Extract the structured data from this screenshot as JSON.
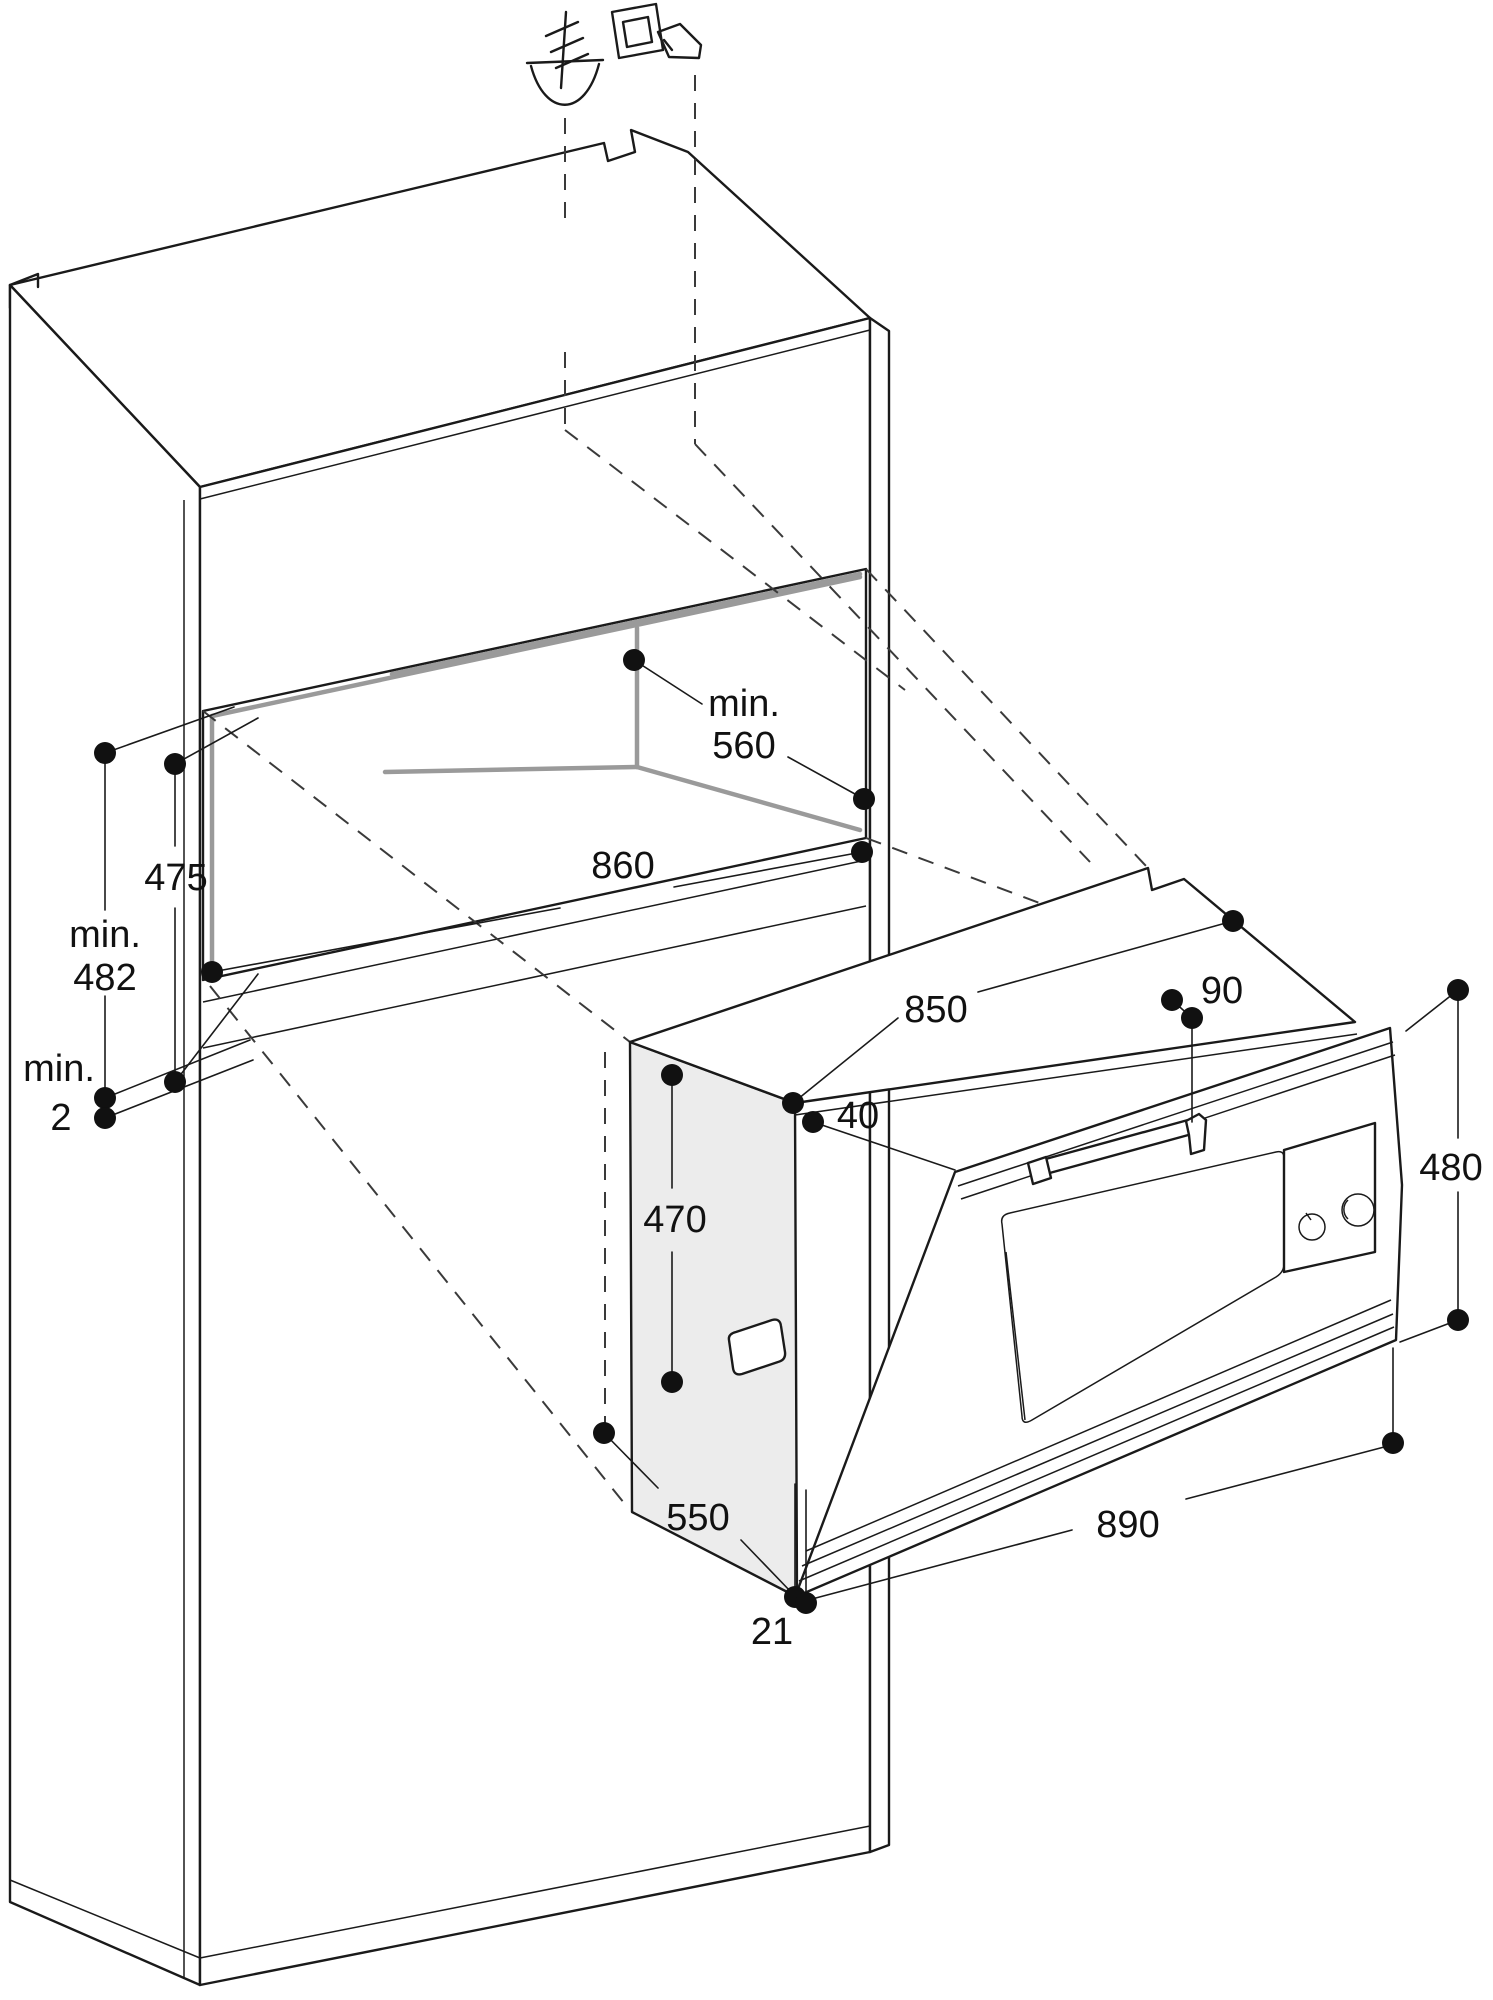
{
  "drawing": {
    "kind": "built-in appliance installation dimension diagram",
    "colors": {
      "line": "#1a1a1a",
      "interior_gray": "#9a9a9a",
      "panel_fill": "#ececec",
      "background": "#ffffff"
    },
    "labels": {
      "niche_depth_line1": "min.",
      "niche_depth_line2": "560",
      "niche_width": "860",
      "niche_height_back": "475",
      "niche_height_front_line1": "min.",
      "niche_height_front_line2": "482",
      "bottom_clearance_line1": "min.",
      "bottom_clearance_line2": "2",
      "appliance_width": "850",
      "handle_clearance": "90",
      "side_offset": "40",
      "appliance_height": "470",
      "front_frame_height": "480",
      "appliance_depth": "550",
      "frame_overlap": "21",
      "frame_width": "890"
    },
    "icons": [
      "earth-symbol-icon",
      "mains-plug-icon"
    ]
  }
}
